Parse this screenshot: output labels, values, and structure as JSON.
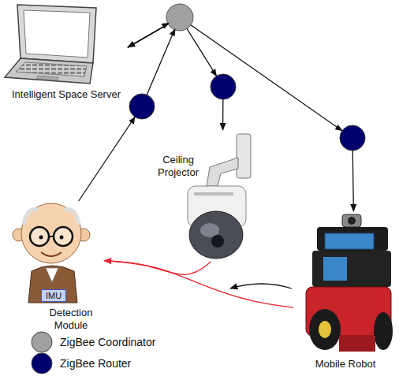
{
  "diagram": {
    "nodes": [
      {
        "text": [
          "Intelligent Space Server"
        ]
      },
      {
        "text": [
          "Ceiling Projector"
        ]
      },
      {
        "text": [
          "IMU",
          "Detection Module"
        ]
      },
      {
        "text": [
          "Mobile Robot"
        ]
      }
    ],
    "edges": [
      {
        "from": 2,
        "to": 0,
        "arrow": "to"
      },
      {
        "from": 0,
        "to": 1,
        "arrow": "to"
      },
      {
        "from": 0,
        "to": 3,
        "arrow": "to"
      },
      {
        "from": 1,
        "to": 2,
        "arrow": "to"
      },
      {
        "from": 2,
        "to": 3,
        "arrow": "none"
      }
    ],
    "legend": [
      {
        "text": "ZigBee Coordinator",
        "color": "#a0a0a0"
      },
      {
        "text": "ZigBee Router",
        "color": "#00006e"
      }
    ]
  }
}
